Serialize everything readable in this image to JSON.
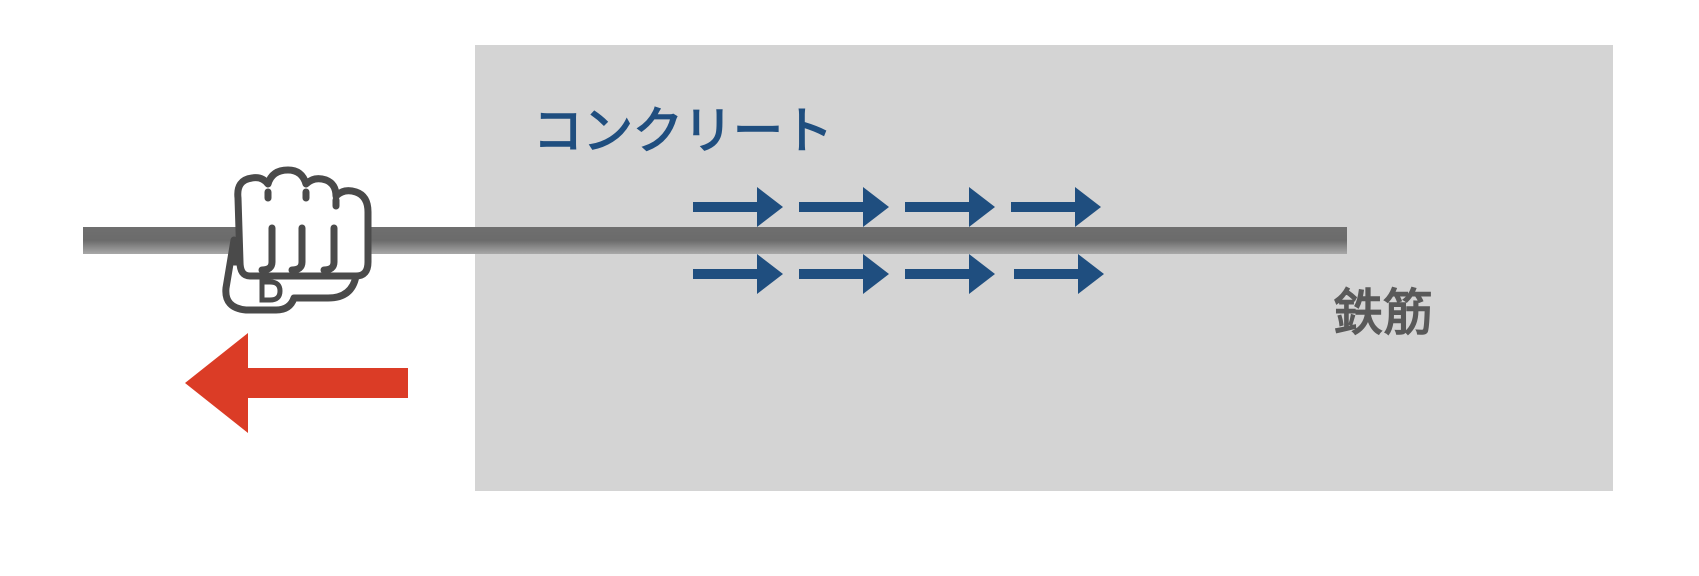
{
  "labels": {
    "concrete": "コンクリート",
    "rebar": "鉄筋"
  },
  "icons": {
    "hand": "fist-gripping-icon",
    "pull_arrow": "arrow-left-icon",
    "bond_arrow": "arrow-right-icon"
  },
  "colors": {
    "concrete_fill": "#d4d4d4",
    "concrete_text": "#1f4e7f",
    "rebar_text": "#595959",
    "bond_arrow": "#1f4e7f",
    "pull_arrow": "#db3c26",
    "rebar_dark": "#6f6f6f",
    "rebar_light": "#a8a8a8",
    "hand_outline": "#4a4a4a"
  },
  "bond_arrows": {
    "columns": 4,
    "rows": 2
  }
}
